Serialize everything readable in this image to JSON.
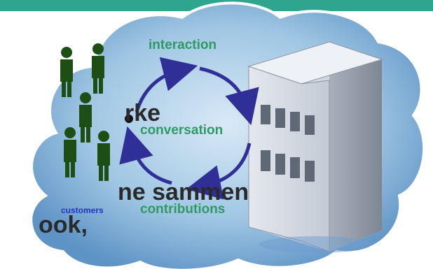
{
  "slide_text": {
    "line1_fragment": "rke",
    "line2_fragment": "ne sammen",
    "line3_fragment": "ook,"
  },
  "diagram": {
    "labels": {
      "interaction": "interaction",
      "conversation": "conversation",
      "contributions": "contributions",
      "customers": "customers"
    },
    "colors": {
      "top_bar": "#2fa58f",
      "cloud_fill": "#9fc6e3",
      "cloud_edge": "#ffffff",
      "people": "#1d4f14",
      "arrows": "#2f2f97",
      "label_green": "#2f9a64",
      "customers_label": "#2434c0",
      "building_front": "#d2d8e1",
      "building_side": "#9aa3b0"
    }
  }
}
